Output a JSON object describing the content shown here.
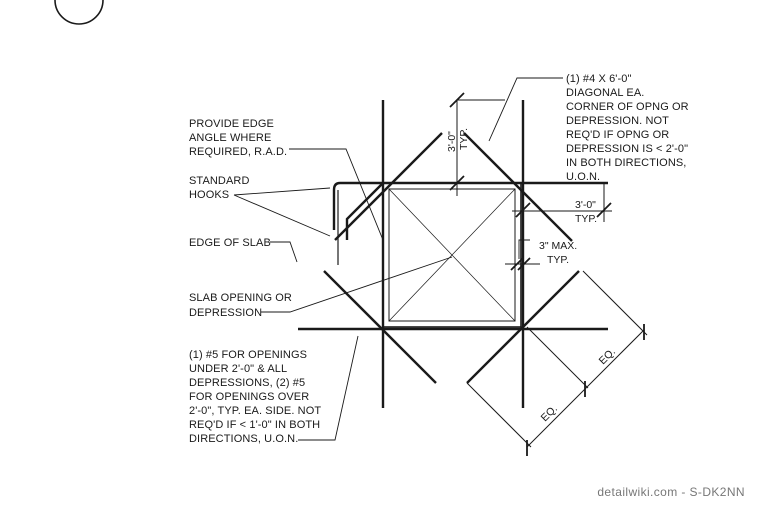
{
  "notes": {
    "provide_edge": [
      "PROVIDE EDGE",
      "ANGLE WHERE",
      "REQUIRED, R.A.D."
    ],
    "standard_hooks": [
      "STANDARD",
      "HOOKS"
    ],
    "edge_of_slab": [
      "EDGE OF SLAB"
    ],
    "slab_opening": [
      "SLAB OPENING OR",
      "DEPRESSION"
    ],
    "bar_note": [
      "(1) #5 FOR OPENINGS",
      "UNDER 2'-0\" & ALL",
      "DEPRESSIONS, (2) #5",
      "FOR OPENINGS OVER",
      "2'-0\", TYP. EA. SIDE.  NOT",
      "REQ'D IF < 1'-0\" IN BOTH",
      "DIRECTIONS, U.O.N."
    ],
    "diagonal_note": [
      "(1) #4 X 6'-0\"",
      "DIAGONAL EA.",
      "CORNER OF OPNG OR",
      "DEPRESSION.  NOT",
      "REQ'D IF OPNG OR",
      "DEPRESSION IS < 2'-0\"",
      "IN BOTH DIRECTIONS,",
      "U.O.N."
    ]
  },
  "dimensions": {
    "vertical_value": "3'-0\"",
    "vertical_typ": "TYP.",
    "horizontal_value": "3'-0\"",
    "horizontal_typ": "TYP.",
    "max_value": "3\" MAX.",
    "max_typ": "TYP.",
    "eq_upper": "EQ.",
    "eq_lower": "EQ."
  },
  "credit": "detailwiki.com - S-DK2NN"
}
